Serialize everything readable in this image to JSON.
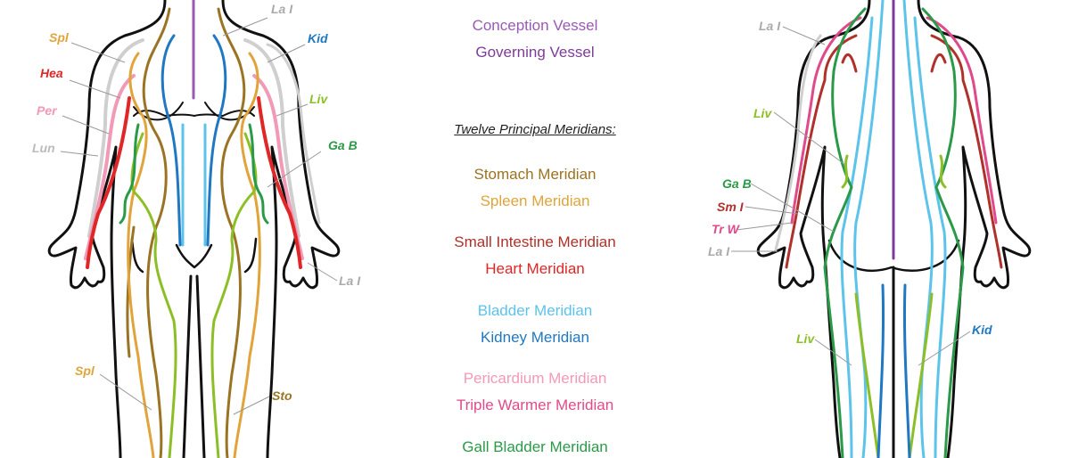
{
  "legend": {
    "vessels": [
      {
        "text": "Conception Vessel",
        "color": "#9b59b6"
      },
      {
        "text": "Governing Vessel",
        "color": "#7d3c98"
      }
    ],
    "heading": "Twelve Principal Meridians:",
    "meridians": [
      {
        "text": "Stomach Meridian",
        "color": "#9a7422"
      },
      {
        "text": "Spleen Meridian",
        "color": "#e0a43a"
      },
      {
        "text": "Small Intestine Meridian",
        "color": "#b0302a"
      },
      {
        "text": "Heart Meridian",
        "color": "#e02626"
      },
      {
        "text": "Bladder Meridian",
        "color": "#5cc3ea"
      },
      {
        "text": "Kidney Meridian",
        "color": "#1f78c1"
      },
      {
        "text": "Pericardium Meridian",
        "color": "#f29ab5"
      },
      {
        "text": "Triple Warmer Meridian",
        "color": "#e04a8a"
      },
      {
        "text": "Gall Bladder Meridian",
        "color": "#2a9a48"
      }
    ]
  },
  "front_labels": {
    "la_i_top": {
      "text": "La I",
      "color": "#aaaaaa"
    },
    "spl_upper": {
      "text": "Spl",
      "color": "#e0a43a"
    },
    "kid": {
      "text": "Kid",
      "color": "#1f78c1"
    },
    "hea": {
      "text": "Hea",
      "color": "#e02626"
    },
    "liv": {
      "text": "Liv",
      "color": "#8cbf26"
    },
    "per": {
      "text": "Per",
      "color": "#f29ab5"
    },
    "ga_b": {
      "text": "Ga B",
      "color": "#2a9a48"
    },
    "lun": {
      "text": "Lun",
      "color": "#bbbbbb"
    },
    "la_i_hand": {
      "text": "La I",
      "color": "#aaaaaa"
    },
    "spl_lower": {
      "text": "Spl",
      "color": "#e0a43a"
    },
    "sto": {
      "text": "Sto",
      "color": "#9a7422"
    }
  },
  "back_labels": {
    "la_i_top": {
      "text": "La I",
      "color": "#aaaaaa"
    },
    "liv_upper": {
      "text": "Liv",
      "color": "#8cbf26"
    },
    "ga_b": {
      "text": "Ga B",
      "color": "#2a9a48"
    },
    "sm_i": {
      "text": "Sm I",
      "color": "#b0302a"
    },
    "tr_w": {
      "text": "Tr W",
      "color": "#e04a8a"
    },
    "la_i": {
      "text": "La I",
      "color": "#aaaaaa"
    },
    "liv_lower": {
      "text": "Liv",
      "color": "#8cbf26"
    },
    "kid": {
      "text": "Kid",
      "color": "#1f78c1"
    }
  }
}
